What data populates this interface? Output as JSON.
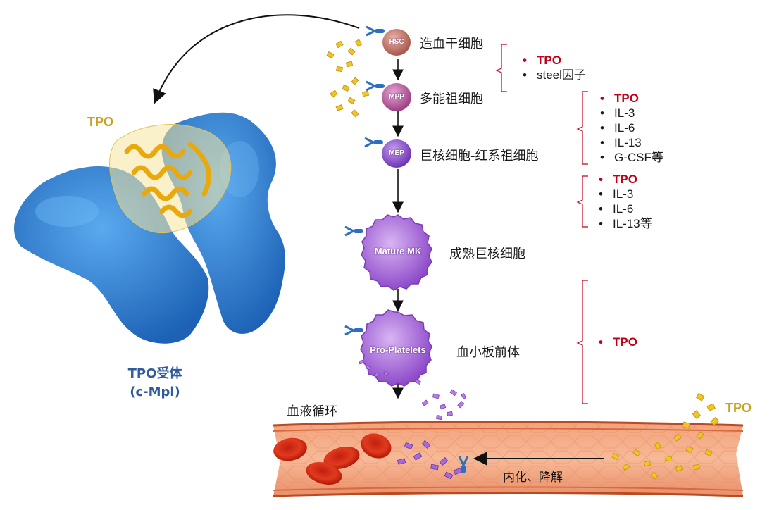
{
  "colors": {
    "receptor_blue": "#2d7fd0",
    "tpo_gold": "#e6b11e",
    "highlight_red": "#c0001a",
    "vessel_orange": "#e0582c",
    "cell_purple": "#a15fd6"
  },
  "structure": {
    "ligand_label": "TPO",
    "receptor_label_line1": "TPO受体",
    "receptor_label_line2": "(c-Mpl)"
  },
  "cells": [
    {
      "abbr": "HSC",
      "name": "造血干细胞"
    },
    {
      "abbr": "MPP",
      "name": "多能祖细胞"
    },
    {
      "abbr": "MEP",
      "name": "巨核细胞-红系祖细胞"
    },
    {
      "abbr": "Mature MK",
      "name": "成熟巨核细胞"
    },
    {
      "abbr": "Pro-Platelets",
      "name": "血小板前体"
    }
  ],
  "factor_groups": [
    {
      "items": [
        "TPO",
        "steel因子"
      ]
    },
    {
      "items": [
        "TPO",
        "IL-3",
        "IL-6",
        "IL-13",
        "G-CSF等"
      ]
    },
    {
      "items": [
        "TPO",
        "IL-3",
        "IL-6",
        "IL-13等"
      ]
    },
    {
      "items": [
        "TPO"
      ]
    }
  ],
  "circulation": {
    "label": "血液循环",
    "tpo_label": "TPO",
    "degradation_label": "内化、降解"
  }
}
